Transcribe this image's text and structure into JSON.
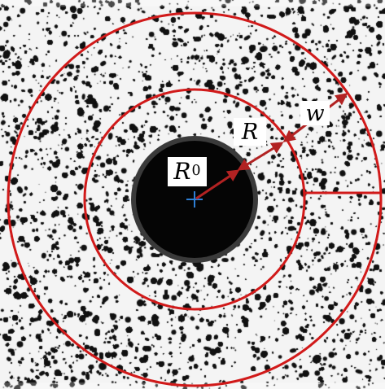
{
  "image": {
    "subject": "speckle-pattern-specimen-with-central-hole",
    "colors": {
      "speckle_dark": "#111111",
      "speckle_light": "#f4f4f4",
      "annotation_red": "#d11a1a",
      "arrow_red": "#b22222",
      "center_mark": "#2e7fd6",
      "label_background": "#ffffff"
    }
  },
  "labels": {
    "r0": {
      "main": "R",
      "sub": "0"
    },
    "r": "R",
    "w": "w"
  }
}
